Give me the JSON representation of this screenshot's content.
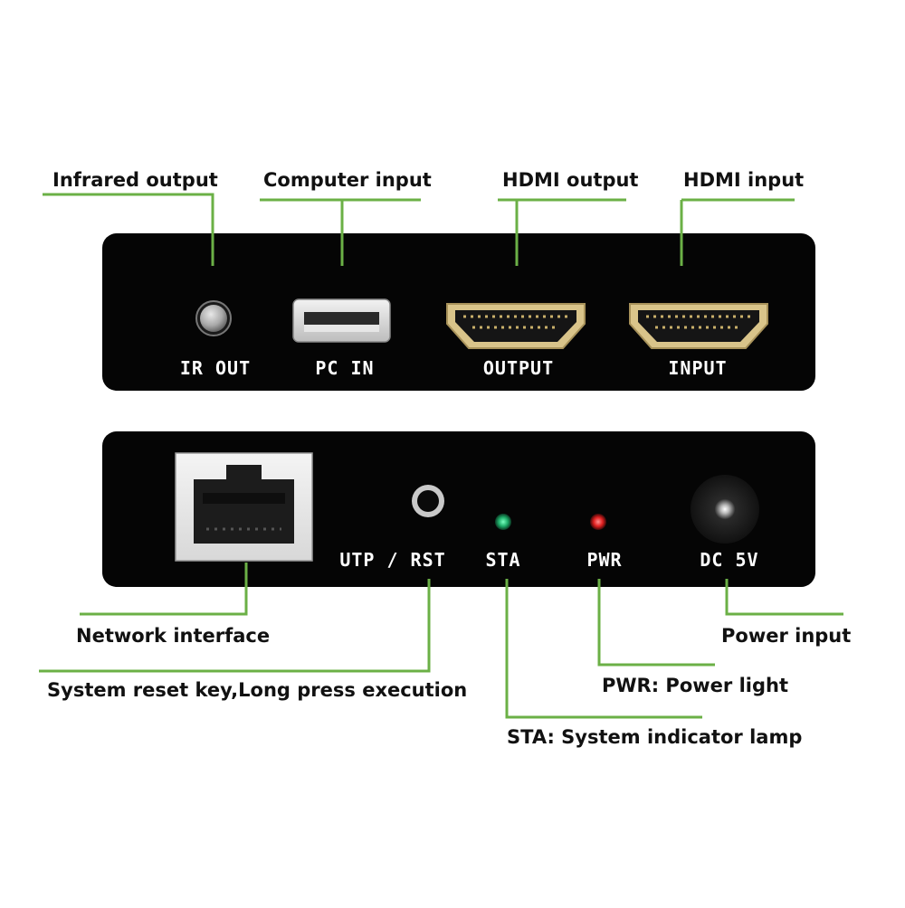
{
  "front_panel": {
    "ports": [
      {
        "label": "IR OUT",
        "icon": "ir-out-jack-icon"
      },
      {
        "label": "PC IN",
        "icon": "usb-port-icon"
      },
      {
        "label": "OUTPUT",
        "icon": "hdmi-port-icon"
      },
      {
        "label": "INPUT",
        "icon": "hdmi-port-icon"
      }
    ],
    "callouts": [
      {
        "text": "Infrared output"
      },
      {
        "text": "Computer input"
      },
      {
        "text": "HDMI output"
      },
      {
        "text": "HDMI input"
      }
    ]
  },
  "rear_panel": {
    "labels": {
      "utp_rst": "UTP / RST",
      "sta": "STA",
      "pwr": "PWR",
      "dc": "DC 5V"
    },
    "callouts": {
      "network": "Network interface",
      "reset": "System reset key,Long press execution",
      "sta": "STA: System indicator lamp",
      "pwr": "PWR: Power light",
      "power": "Power input"
    },
    "led_colors": {
      "sta": "#1fae6a",
      "pwr": "#e02020"
    }
  },
  "colors": {
    "device_body": "#050505",
    "leader_line": "#6bb046",
    "hdmi_gold": "#d9c48a"
  }
}
